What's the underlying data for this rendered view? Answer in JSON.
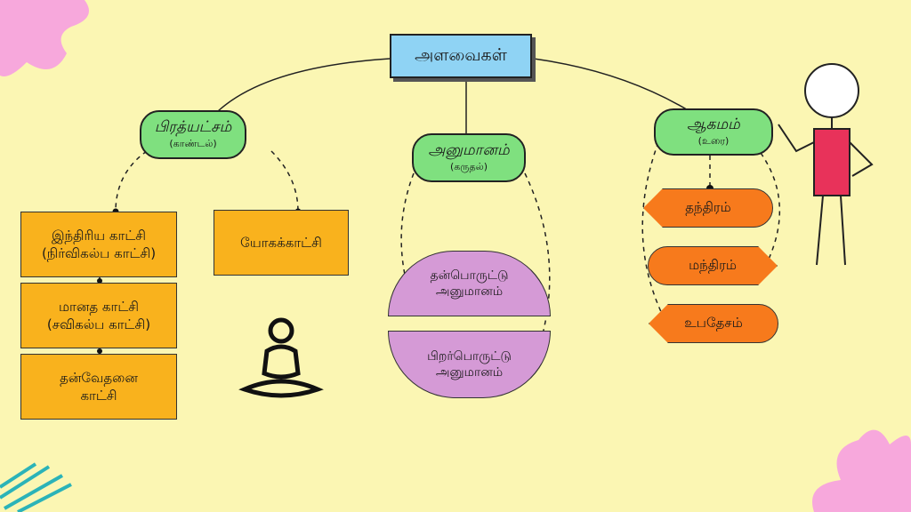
{
  "root": {
    "label": "அளவைகள்"
  },
  "categories": [
    {
      "title": "பிரத்யட்சம்",
      "subtitle": "(காண்டல்)"
    },
    {
      "title": "அனுமானம்",
      "subtitle": "(கருதல்)"
    },
    {
      "title": "ஆகமம்",
      "subtitle": "(உரை)"
    }
  ],
  "pratyaksha": [
    {
      "line1": "இந்திரிய காட்சி",
      "line2": "(நிர்விகல்ப காட்சி)"
    },
    {
      "line1": "மானத காட்சி",
      "line2": "(சவிகல்ப காட்சி)"
    },
    {
      "line1": "தன்வேதனை",
      "line2": "காட்சி"
    },
    {
      "line1": "யோகக்காட்சி"
    }
  ],
  "anumana": [
    {
      "line1": "தன்பொருட்டு",
      "line2": "அனுமானம்"
    },
    {
      "line1": "பிறர்பொருட்டு",
      "line2": "அனுமானம்"
    }
  ],
  "agama": [
    "தந்திரம்",
    "மந்திரம்",
    "உபதேசம்"
  ],
  "colors": {
    "background": "#fbf6b3",
    "root": "#8fd3f4",
    "category": "#7fe07f",
    "pratyaksha": "#f9b21d",
    "anumana": "#d59ad6",
    "agama": "#f77a1c"
  }
}
